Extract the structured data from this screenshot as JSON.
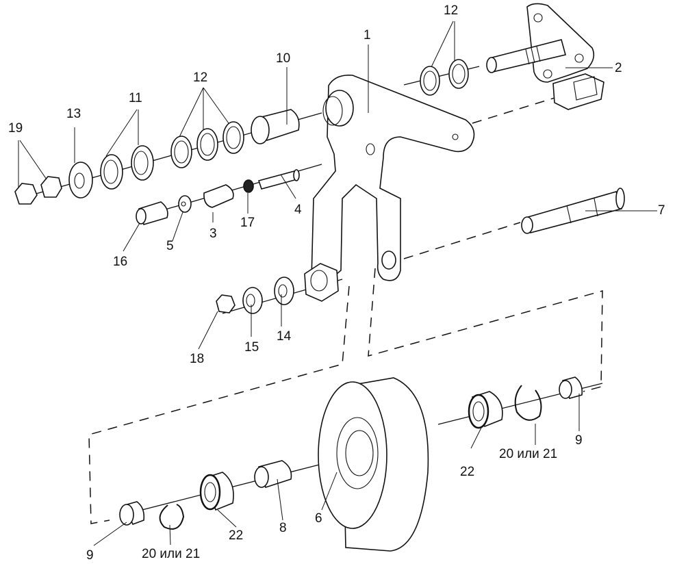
{
  "diagram": {
    "type": "exploded-assembly-drawing",
    "description": "Tensioner roller assembly exploded view",
    "labels": {
      "p1": "1",
      "p2": "2",
      "p3": "3",
      "p4": "4",
      "p5": "5",
      "p6": "6",
      "p7": "7",
      "p8": "8",
      "p9_left": "9",
      "p9_right": "9",
      "p10": "10",
      "p11": "11",
      "p12_left": "12",
      "p12_right": "12",
      "p13": "13",
      "p14": "14",
      "p15": "15",
      "p16": "16",
      "p17": "17",
      "p18": "18",
      "p19": "19",
      "p20_21_left": "20 или 21",
      "p20_21_right": "20 или 21",
      "p22_left": "22",
      "p22_right": "22"
    }
  }
}
